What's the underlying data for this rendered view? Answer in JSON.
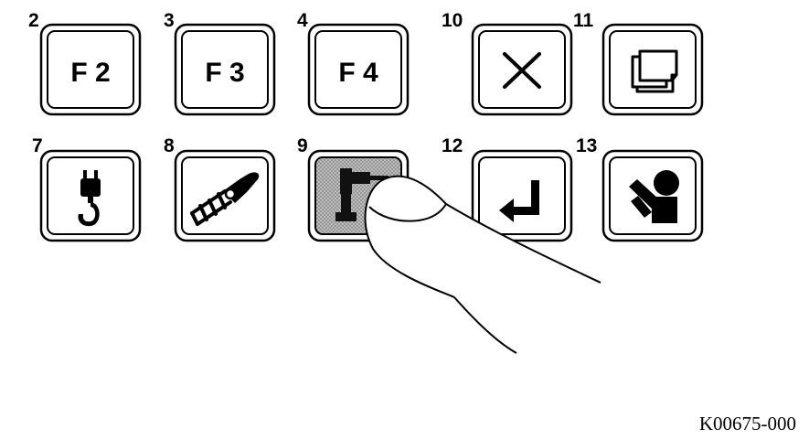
{
  "diagram": {
    "figure_code": "K00675-000",
    "pressed_button": "9",
    "buttons": [
      {
        "id": "2",
        "label": "F 2",
        "icon": "f2-key"
      },
      {
        "id": "3",
        "label": "F 3",
        "icon": "f3-key"
      },
      {
        "id": "4",
        "label": "F 4",
        "icon": "f4-key"
      },
      {
        "id": "10",
        "label": "",
        "icon": "close-x-icon"
      },
      {
        "id": "11",
        "label": "",
        "icon": "copy-pages-icon"
      },
      {
        "id": "7",
        "label": "",
        "icon": "crane-hook-icon"
      },
      {
        "id": "8",
        "label": "",
        "icon": "boom-arm-icon"
      },
      {
        "id": "9",
        "label": "",
        "icon": "machine-component-icon"
      },
      {
        "id": "12",
        "label": "",
        "icon": "return-enter-icon"
      },
      {
        "id": "13",
        "label": "",
        "icon": "operator-person-icon"
      }
    ]
  }
}
